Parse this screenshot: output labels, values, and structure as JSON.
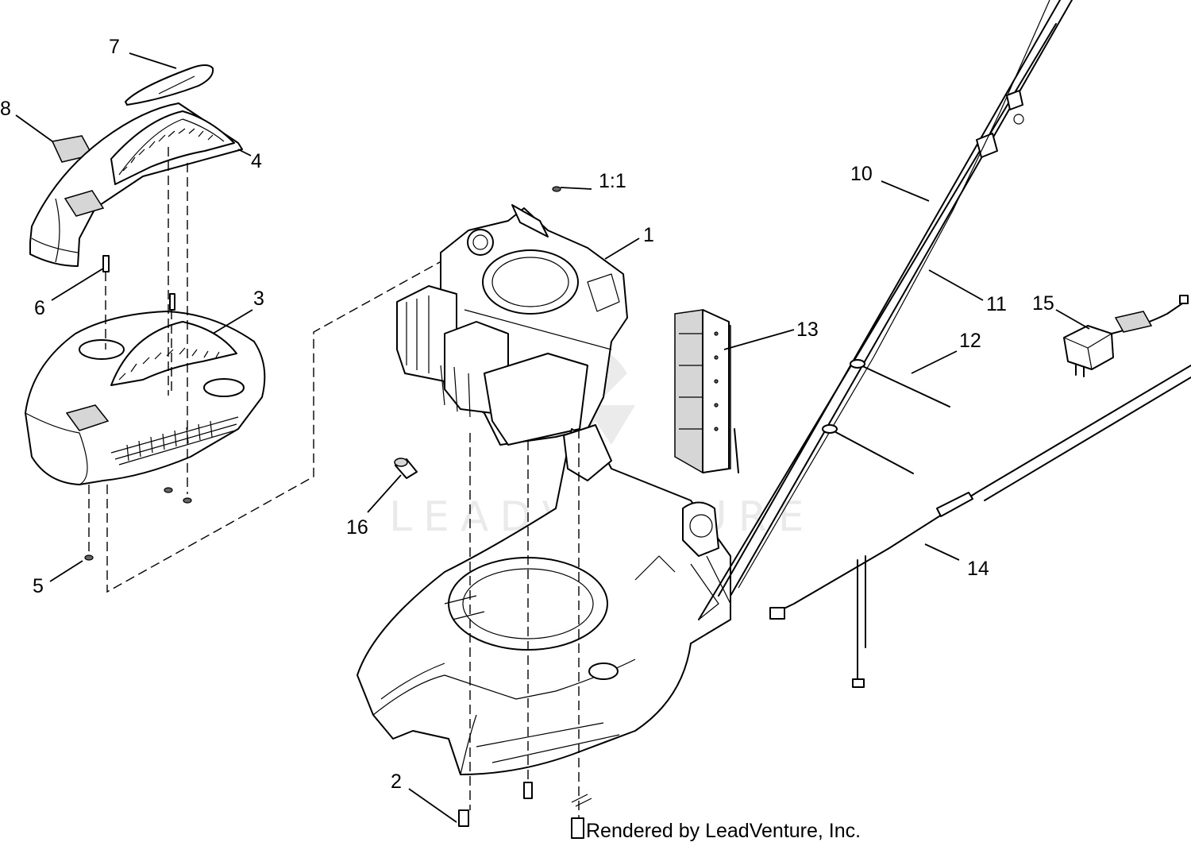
{
  "callouts": [
    {
      "id": "c-7",
      "text": "7"
    },
    {
      "id": "c-8",
      "text": "8"
    },
    {
      "id": "c-4",
      "text": "4"
    },
    {
      "id": "c-1-1",
      "text": "1:1"
    },
    {
      "id": "c-1",
      "text": "1"
    },
    {
      "id": "c-10",
      "text": "10"
    },
    {
      "id": "c-6",
      "text": "6"
    },
    {
      "id": "c-3",
      "text": "3"
    },
    {
      "id": "c-11",
      "text": "11"
    },
    {
      "id": "c-15",
      "text": "15"
    },
    {
      "id": "c-13",
      "text": "13"
    },
    {
      "id": "c-12",
      "text": "12"
    },
    {
      "id": "c-16",
      "text": "16"
    },
    {
      "id": "c-14",
      "text": "14"
    },
    {
      "id": "c-5",
      "text": "5"
    },
    {
      "id": "c-2",
      "text": "2"
    }
  ],
  "watermark": "LEADVENTURE",
  "credit": "Rendered by LeadVenture, Inc.",
  "colors": {
    "line": "#000000",
    "background": "#ffffff",
    "fill_gray": "#d6d6d6"
  }
}
